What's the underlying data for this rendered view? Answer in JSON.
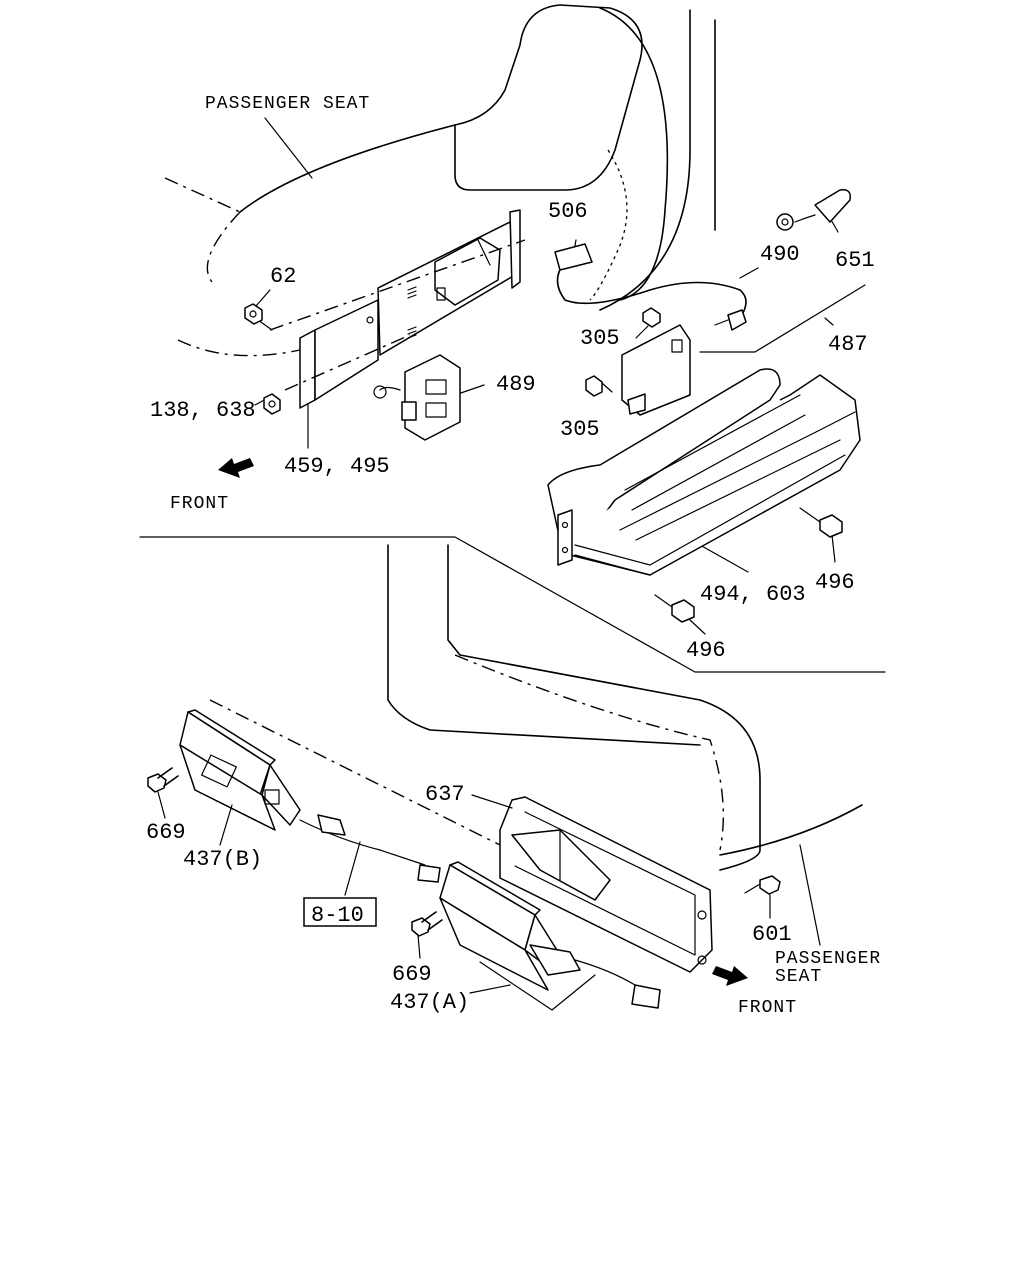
{
  "labels": {
    "passenger_seat_top": "PASSENGER SEAT",
    "front_top": "FRONT",
    "front_bottom": "FRONT",
    "passenger_seat_bottom_line1": "PASSENGER",
    "passenger_seat_bottom_line2": "SEAT",
    "ref_box": "8-10"
  },
  "callouts": {
    "p506": "506",
    "p490": "490",
    "p651": "651",
    "p62": "62",
    "p305_a": "305",
    "p487": "487",
    "p489": "489",
    "p305_b": "305",
    "p138_638": "138, 638",
    "p459_495": "459, 495",
    "p496_a": "496",
    "p494_603": "494, 603",
    "p496_b": "496",
    "p637": "637",
    "p669_a": "669",
    "p437b": "437(B)",
    "p601": "601",
    "p669_b": "669",
    "p437a": "437(A)"
  }
}
